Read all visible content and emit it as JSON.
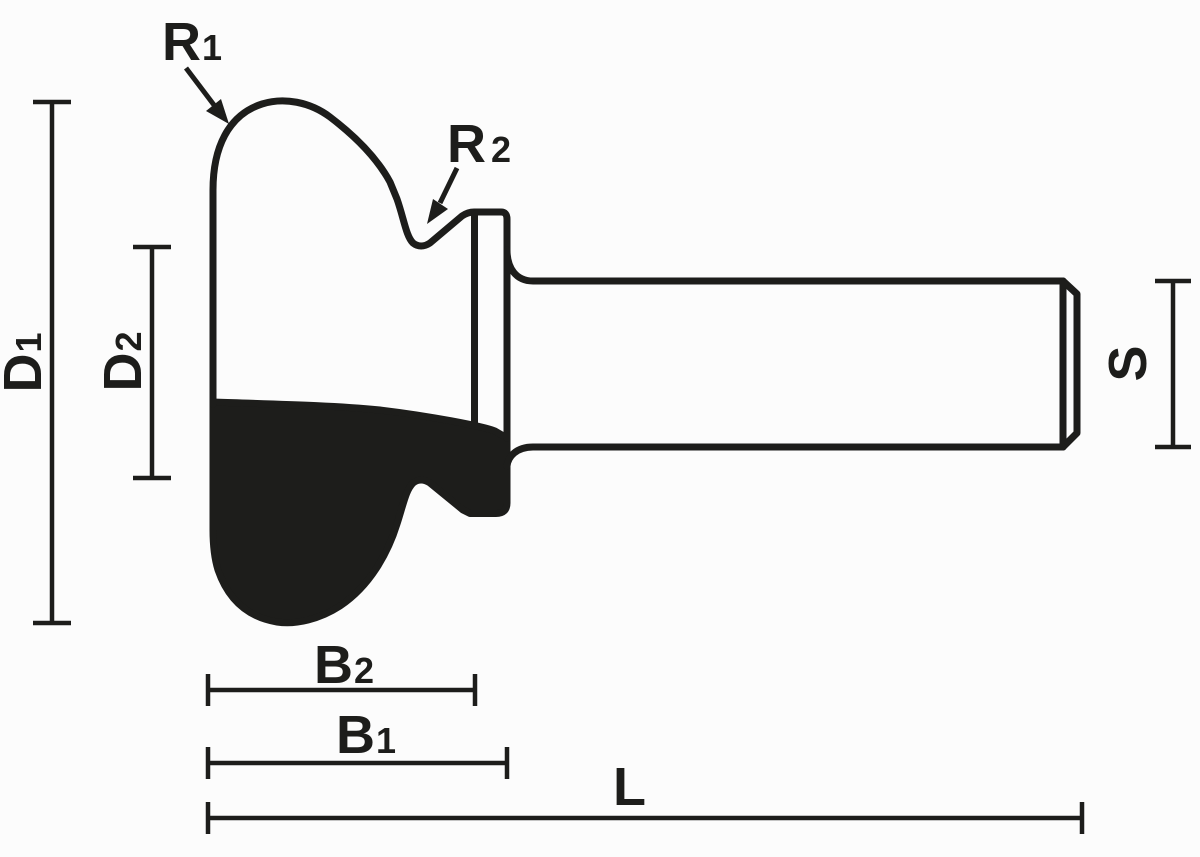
{
  "diagram": {
    "labels": {
      "r1": {
        "main": "R",
        "sub": "1"
      },
      "r2": {
        "main": "R",
        "sub": "2"
      },
      "d1": {
        "main": "D",
        "sub": "1"
      },
      "d2": {
        "main": "D",
        "sub": "2"
      },
      "s": {
        "main": "S",
        "sub": ""
      },
      "b2": {
        "main": "B",
        "sub": "2"
      },
      "b1": {
        "main": "B",
        "sub": "1"
      },
      "l": {
        "main": "L",
        "sub": ""
      }
    },
    "colors": {
      "ink": "#1d1d1b",
      "background": "#fcfcfc"
    }
  }
}
